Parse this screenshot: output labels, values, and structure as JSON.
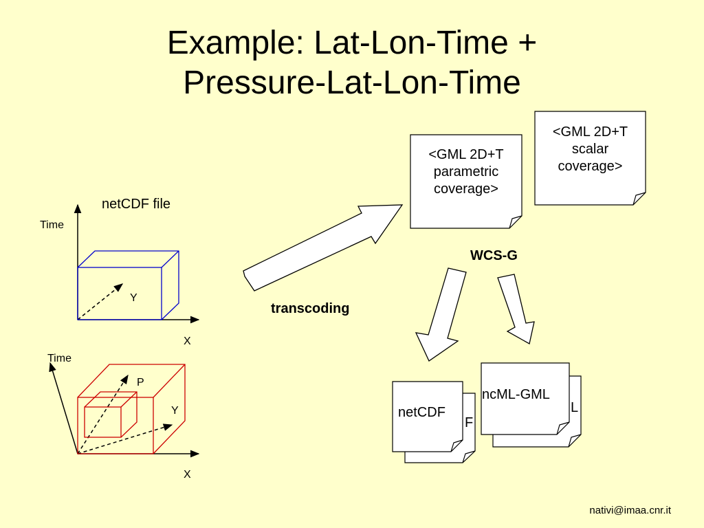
{
  "slide": {
    "title_line1": "Example: Lat-Lon-Time +",
    "title_line2": "Pressure-Lat-Lon-Time",
    "footer_email": "nativi@imaa.cnr.it"
  },
  "cube1": {
    "label": "netCDF file",
    "axis_vertical": "Time",
    "axis_horizontal": "X",
    "axis_depth": "Y",
    "color": "#0000cc"
  },
  "cube2": {
    "axis_vertical": "Time",
    "axis_horizontal": "X",
    "axis_depth": "Y",
    "axis_inner": "P",
    "color": "#cc0000"
  },
  "transcoding": {
    "label": "transcoding"
  },
  "service": {
    "label": "WCS-G"
  },
  "notes": {
    "parametric": {
      "line1": "<GML 2D+T",
      "line2": "parametric",
      "line3": "coverage>"
    },
    "scalar": {
      "line1": "<GML 2D+T",
      "line2": "scalar",
      "line3": "coverage>"
    }
  },
  "outputs": {
    "netcdf": {
      "front": "netCDF",
      "back": "F"
    },
    "ncml": {
      "front": "ncML-GML",
      "back": "L"
    }
  }
}
